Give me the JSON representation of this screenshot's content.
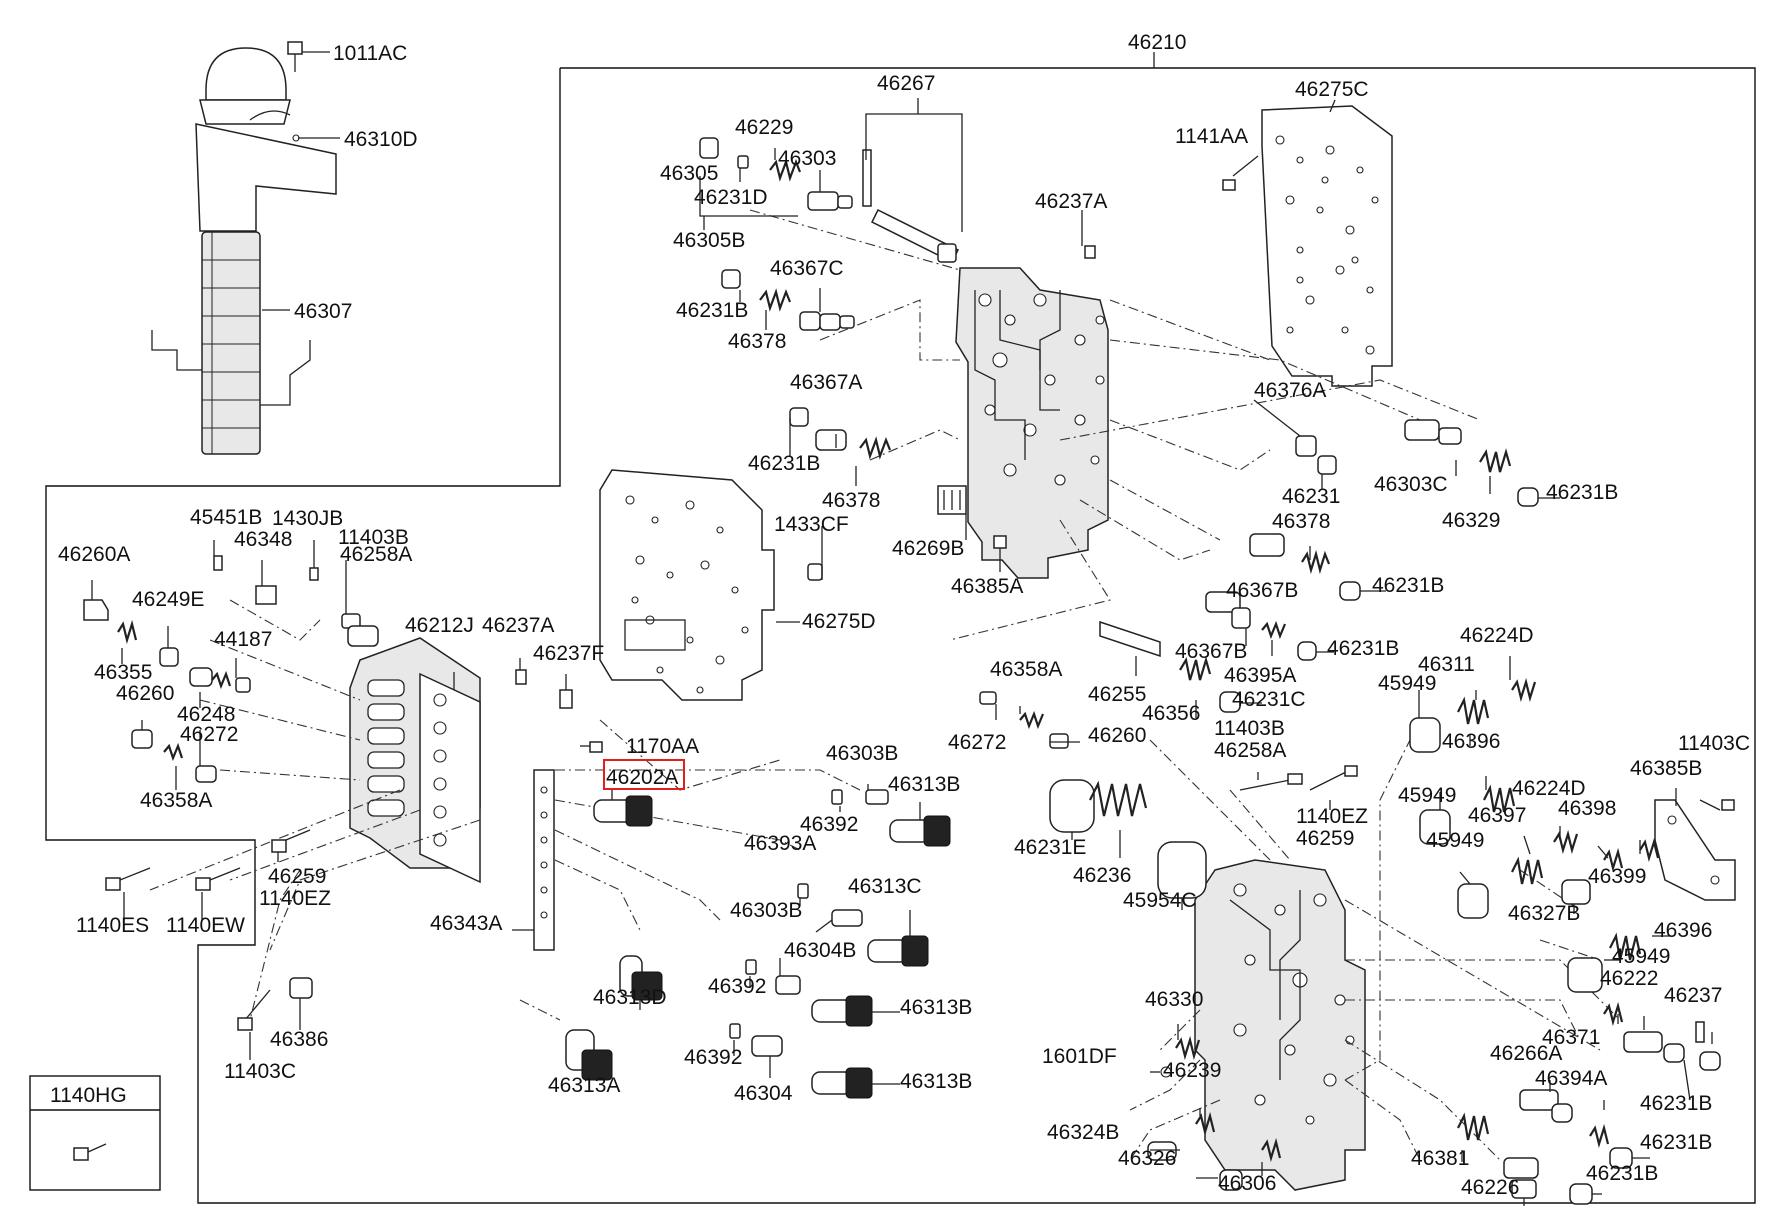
{
  "diagram": {
    "highlighted_part": "46202A",
    "highlight_color": "#e0201e",
    "labels": {
      "l46210": "46210",
      "l1011AC": "1011AC",
      "l46310D": "46310D",
      "l46307": "46307",
      "l46267": "46267",
      "l46275C": "46275C",
      "l1141AA": "1141AA",
      "l46229": "46229",
      "l46303": "46303",
      "l46305": "46305",
      "l46231D": "46231D",
      "l46305B": "46305B",
      "l46237A_top": "46237A",
      "l46367C": "46367C",
      "l46231B_1": "46231B",
      "l46378_1": "46378",
      "l46367A": "46367A",
      "l46231B_2": "46231B",
      "l46378_2": "46378",
      "l46376A": "46376A",
      "l46303C": "46303C",
      "l46231B_3": "46231B",
      "l46231": "46231",
      "l46329": "46329",
      "l46378_3": "46378",
      "l46269B": "46269B",
      "l46385A": "46385A",
      "l1433CF": "1433CF",
      "l46275D": "46275D",
      "l46231B_4": "46231B",
      "l46367B_1": "46367B",
      "l46367B_2": "46367B",
      "l46231B_5": "46231B",
      "l46395A": "46395A",
      "l46224D_1": "46224D",
      "l46311": "46311",
      "l46255": "46255",
      "l46356": "46356",
      "l46231C": "46231C",
      "l45949_1": "45949",
      "l45451B": "45451B",
      "l1430JB": "1430JB",
      "l11403B_1": "11403B",
      "l46260A": "46260A",
      "l46348": "46348",
      "l46258A_1": "46258A",
      "l46249E": "46249E",
      "l46212J": "46212J",
      "l46237A_mid": "46237A",
      "l44187": "44187",
      "l46237F": "46237F",
      "l46355": "46355",
      "l46260_1": "46260",
      "l46248": "46248",
      "l46272_1": "46272",
      "l46358A_1": "46358A",
      "l46358A_2": "46358A",
      "l46272_2": "46272",
      "l46260_2": "46260",
      "l11403B_2": "11403B",
      "l46258A_2": "46258A",
      "l46396_1": "46396",
      "l11403C_1": "11403C",
      "l46385B": "46385B",
      "l1170AA": "1170AA",
      "l46202A": "46202A",
      "l46303B_1": "46303B",
      "l46313B_1": "46313B",
      "l46392_1": "46392",
      "l46231E": "46231E",
      "l1140EZ_1": "1140EZ",
      "l46259_1": "46259",
      "l45949_2": "45949",
      "l46224D_2": "46224D",
      "l46398": "46398",
      "l46397": "46397",
      "l45949_3": "45949",
      "l46399": "46399",
      "l46236": "46236",
      "l45954C": "45954C",
      "l46393A": "46393A",
      "l46259_2": "46259",
      "l1140EZ_2": "1140EZ",
      "l46313C": "46313C",
      "l46327B": "46327B",
      "l46396_2": "46396",
      "l46303B_2": "46303B",
      "l46304B": "46304B",
      "l45949_4": "45949",
      "l1140ES": "1140ES",
      "l1140EW": "1140EW",
      "l46343A": "46343A",
      "l46313D": "46313D",
      "l46392_2": "46392",
      "l46313B_2": "46313B",
      "l46330": "46330",
      "l46222": "46222",
      "l46237": "46237",
      "l46386": "46386",
      "l11403C_2": "11403C",
      "l46392_3": "46392",
      "l46313A": "46313A",
      "l46304": "46304",
      "l46313B_3": "46313B",
      "l46371": "46371",
      "l1601DF": "1601DF",
      "l46239": "46239",
      "l46266A": "46266A",
      "l46394A": "46394A",
      "l46231B_6": "46231B",
      "l1140HG": "1140HG",
      "l46324B": "46324B",
      "l46326": "46326",
      "l46306": "46306",
      "l46381": "46381",
      "l46226": "46226",
      "l46231B_7": "46231B",
      "l46231B_8": "46231B"
    }
  }
}
